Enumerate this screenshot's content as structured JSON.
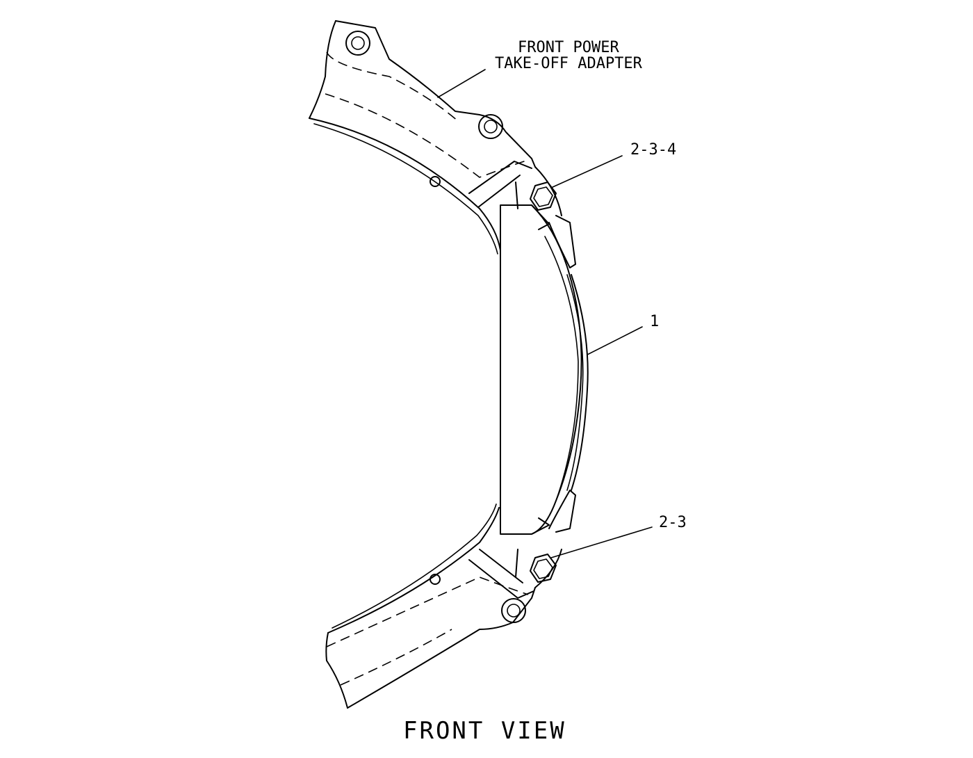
{
  "labels": {
    "adapter_line1": "FRONT POWER",
    "adapter_line2": "TAKE-OFF ADAPTER",
    "callout_top": "2-3-4",
    "callout_middle": "1",
    "callout_bottom": "2-3",
    "view_title": "FRONT VIEW"
  }
}
